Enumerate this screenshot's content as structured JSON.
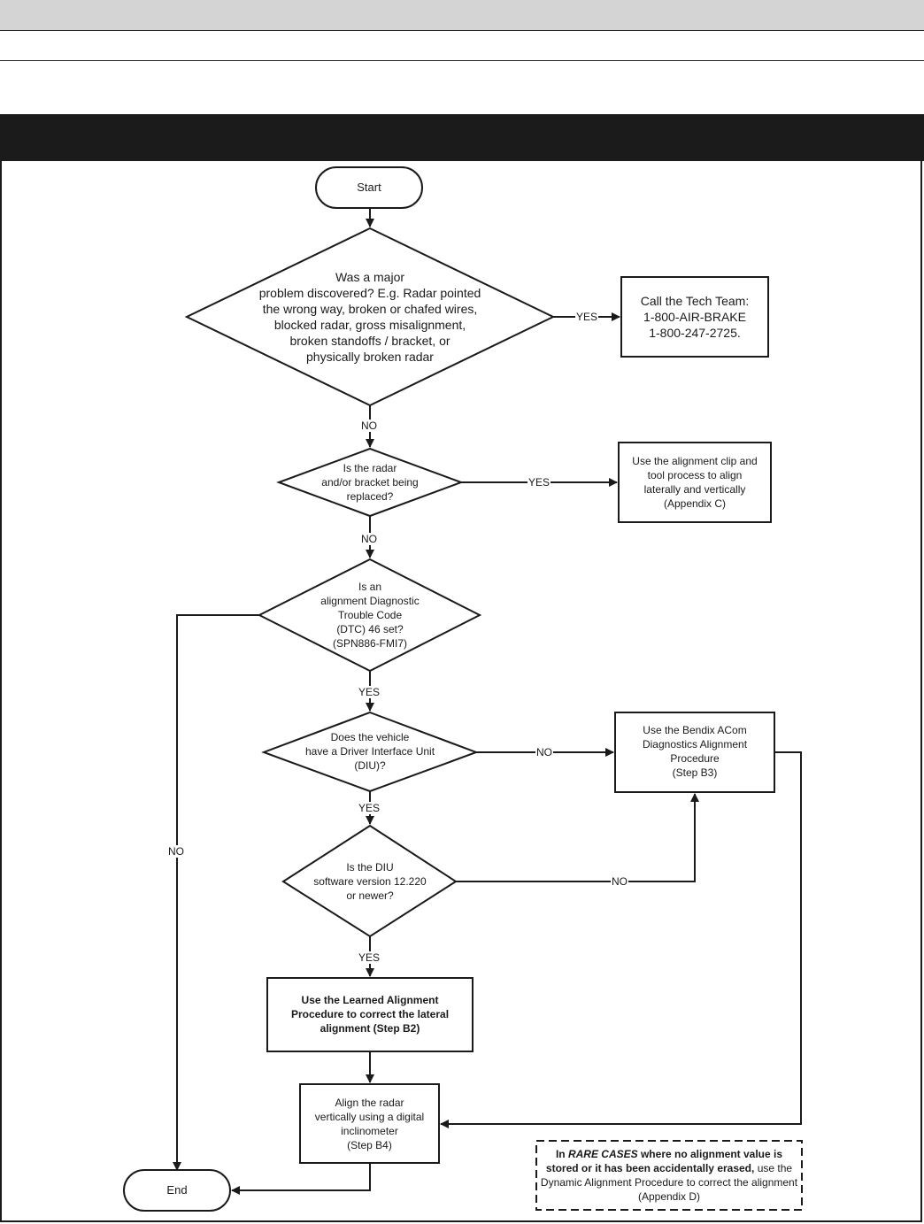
{
  "header": {
    "band1_text": "",
    "band2_text": "",
    "band3_text": "",
    "title_bar_text": ""
  },
  "nodes": {
    "start": "Start",
    "end": "End",
    "q_major": "Was a major\nproblem discovered? E.g. Radar pointed\nthe wrong way,  broken or chafed wires,\nblocked radar, gross misalignment,\nbroken standoffs / bracket, or\nphysically broken radar",
    "tech_team": "Call the Tech Team:\n1-800-AIR-BRAKE\n1-800-247-2725.",
    "q_replaced": "Is the radar\nand/or bracket being\nreplaced?",
    "clip_tool": "Use the alignment clip and\ntool process to align\nlaterally and vertically\n(Appendix C)",
    "q_dtc": "Is an\nalignment Diagnostic\nTrouble Code\n(DTC) 46 set?\n(SPN886-FMI7)",
    "q_diu": "Does the vehicle\nhave a Driver Interface Unit\n(DIU)?",
    "acom": "Use the Bendix ACom\nDiagnostics Alignment\nProcedure\n(Step B3)",
    "q_version": "Is the DIU\nsoftware version 12.220\nor newer?",
    "learned": "Use the Learned Alignment\nProcedure to correct the lateral\nalignment  (Step B2)",
    "inclinometer": "Align the radar\nvertically using a digital\ninclinometer\n(Step B4)"
  },
  "note": {
    "prefix": "In ",
    "rare": "RARE CASES",
    "bold_rest": " where no alignment value is stored or it has been accidentally erased,",
    "normal_rest": " use the Dynamic Alignment Procedure to correct the alignment (Appendix D)"
  },
  "labels": {
    "yes_major": "YES",
    "no_major": "NO",
    "yes_replaced": "YES",
    "no_replaced": "NO",
    "no_dtc": "NO",
    "yes_dtc": "YES",
    "no_diu": "NO",
    "yes_diu": "YES",
    "no_version": "NO",
    "yes_version": "YES"
  }
}
